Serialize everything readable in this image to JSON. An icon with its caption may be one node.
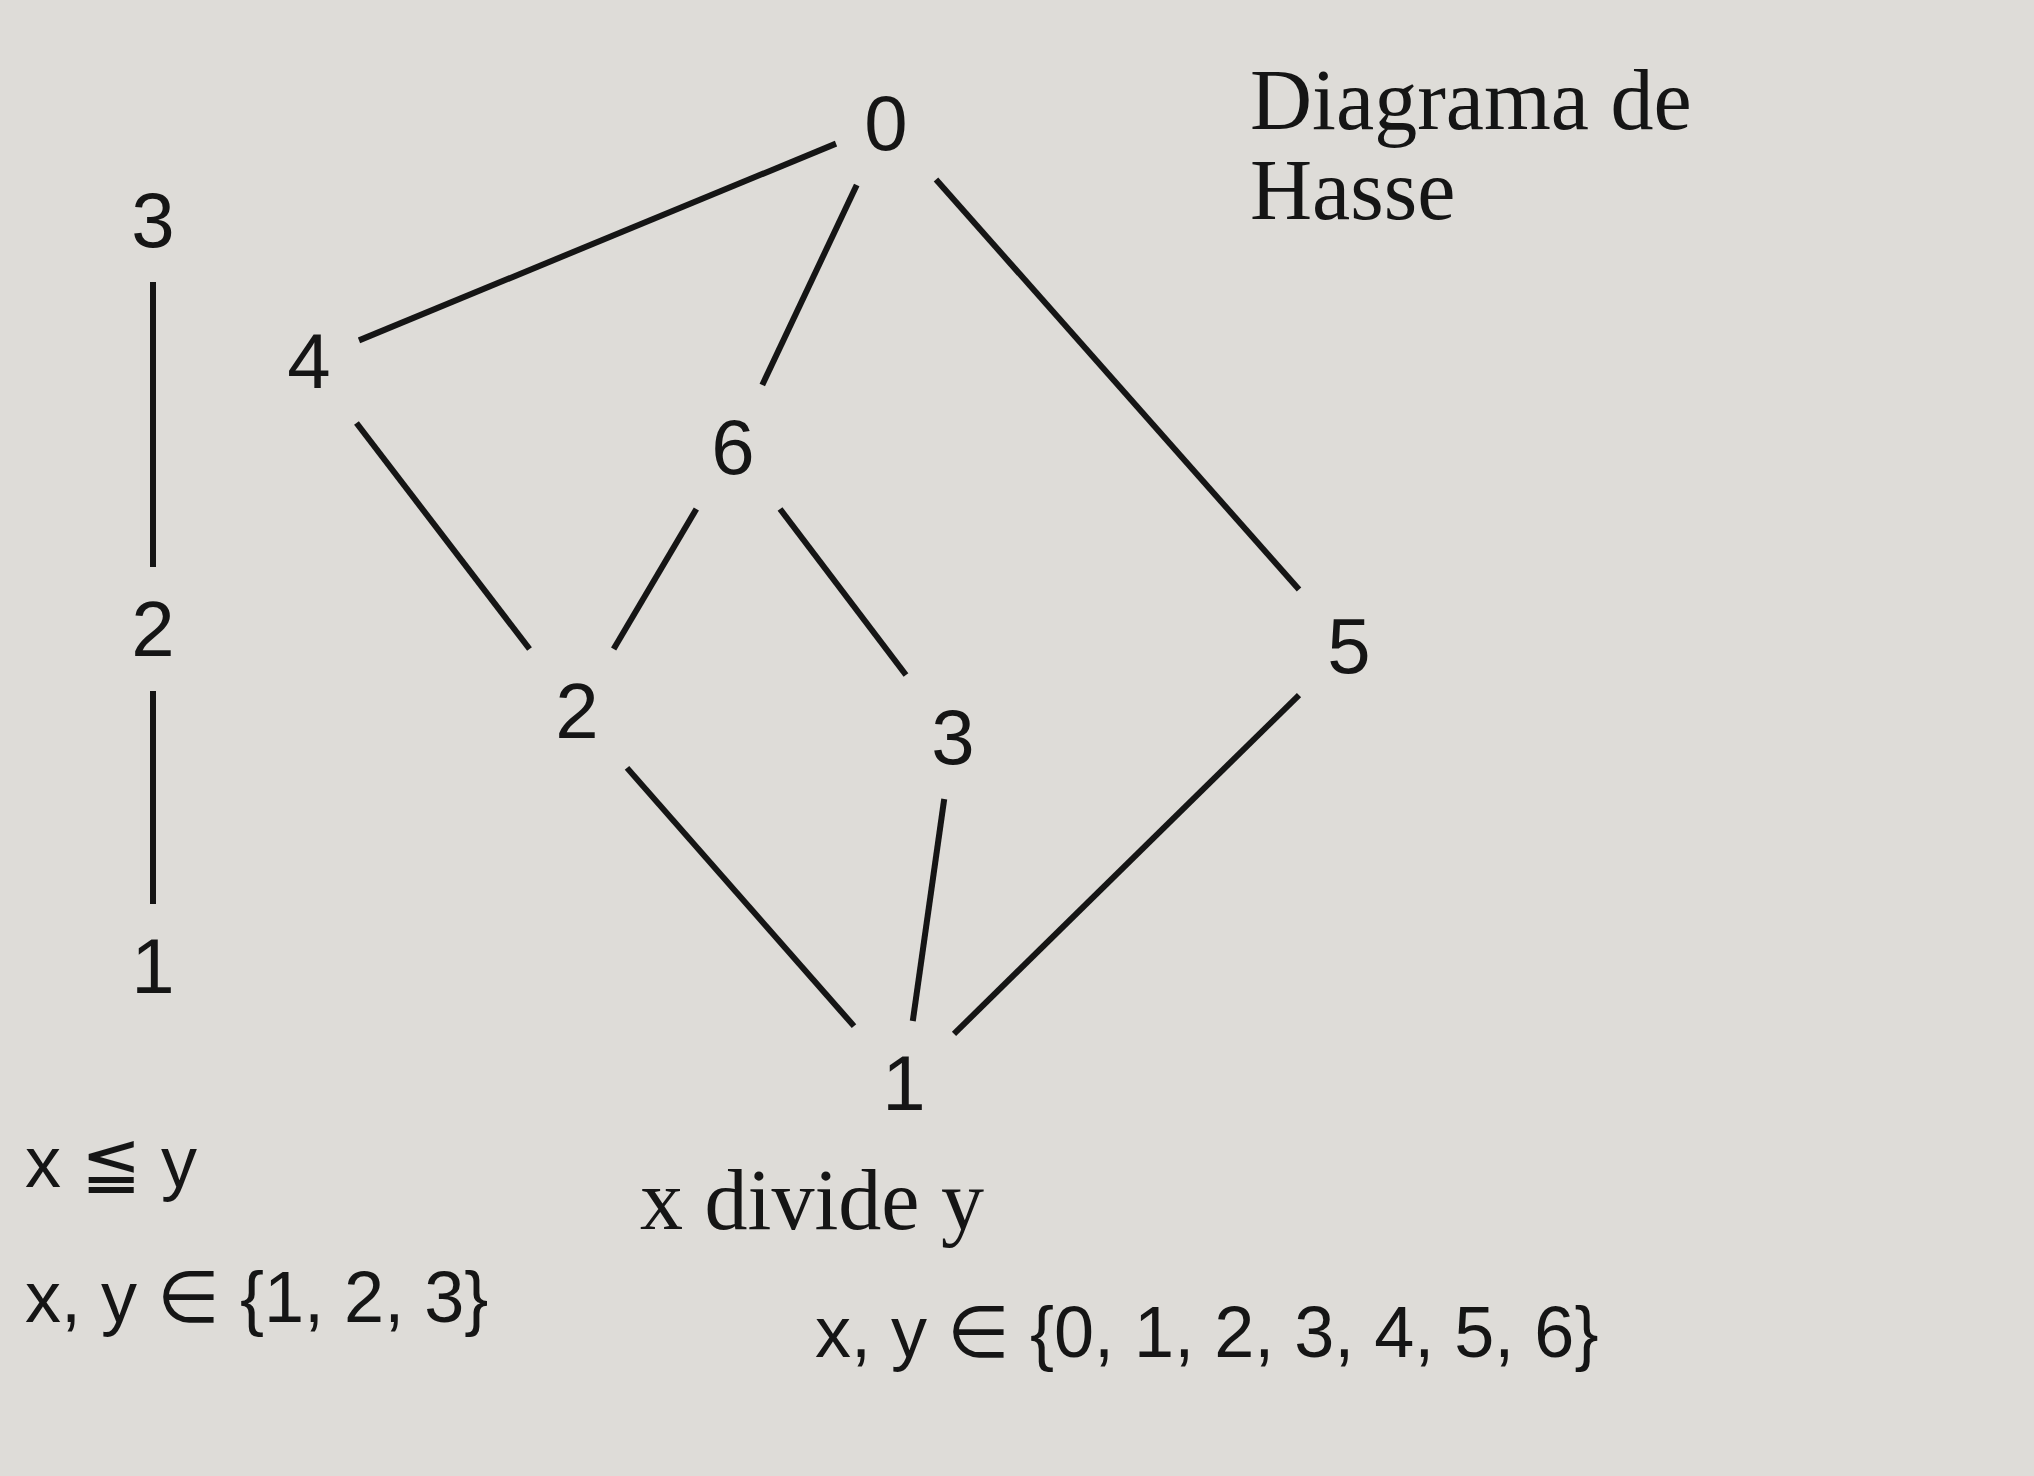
{
  "diagram": {
    "title": "Diagrama de Hasse",
    "nodes": [
      {
        "text": [
          "3"
        ]
      },
      {
        "text": [
          "2"
        ]
      },
      {
        "text": [
          "1"
        ]
      },
      {
        "text": [
          "0"
        ]
      },
      {
        "text": [
          "4"
        ]
      },
      {
        "text": [
          "6"
        ]
      },
      {
        "text": [
          "2"
        ]
      },
      {
        "text": [
          "3"
        ]
      },
      {
        "text": [
          "5"
        ]
      },
      {
        "text": [
          "1"
        ]
      }
    ],
    "edges": [
      {
        "from": 0,
        "to": 1,
        "arrow": "none"
      },
      {
        "from": 1,
        "to": 2,
        "arrow": "none"
      },
      {
        "from": 3,
        "to": 4,
        "arrow": "none"
      },
      {
        "from": 3,
        "to": 5,
        "arrow": "none"
      },
      {
        "from": 3,
        "to": 8,
        "arrow": "none"
      },
      {
        "from": 4,
        "to": 6,
        "arrow": "none"
      },
      {
        "from": 5,
        "to": 6,
        "arrow": "none"
      },
      {
        "from": 5,
        "to": 7,
        "arrow": "none"
      },
      {
        "from": 6,
        "to": 9,
        "arrow": "none"
      },
      {
        "from": 7,
        "to": 9,
        "arrow": "none"
      },
      {
        "from": 8,
        "to": 9,
        "arrow": "none"
      }
    ],
    "labels": [
      "x ≦ y",
      "x, y ∈ {1, 2, 3}",
      "x divide y",
      "x, y ∈ {0, 1, 2, 3, 4, 5, 6}"
    ]
  }
}
